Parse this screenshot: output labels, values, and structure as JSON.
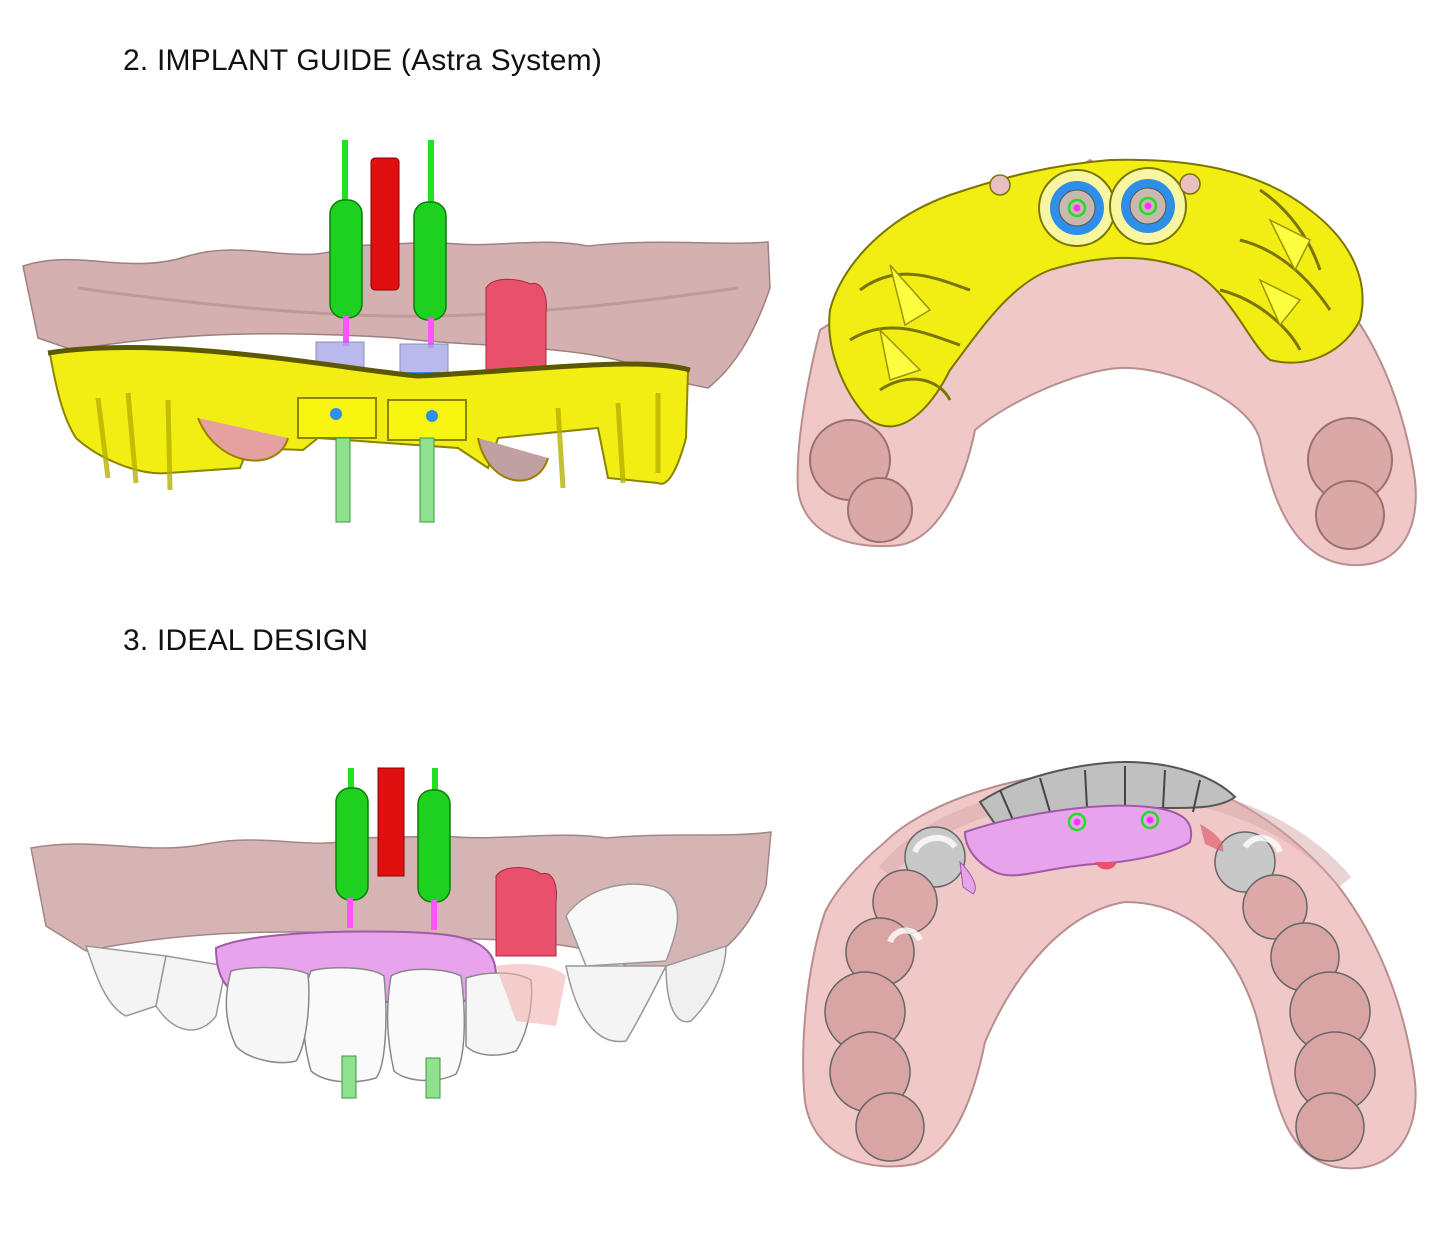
{
  "sections": [
    {
      "heading": "2. IMPLANT GUIDE (Astra System)",
      "views": [
        {
          "name": "implant-guide-frontal-view"
        },
        {
          "name": "implant-guide-occlusal-view"
        }
      ]
    },
    {
      "heading": "3. IDEAL DESIGN",
      "views": [
        {
          "name": "ideal-design-frontal-view"
        },
        {
          "name": "ideal-design-occlusal-view"
        }
      ]
    }
  ],
  "colors": {
    "guide_yellow": "#f2ee14",
    "gum_pink": "#e8b8b8",
    "tissue_pink": "#c9a2a2",
    "implant_green": "#1fd11f",
    "implant_red": "#e01010",
    "sleeve_blue": "#2e8ee8",
    "gingiva_purple": "#e7a4ec",
    "tooth_white": "#f4f4f4",
    "tooth_metal": "#bfbfbf",
    "marker_magenta": "#ff33ff"
  }
}
